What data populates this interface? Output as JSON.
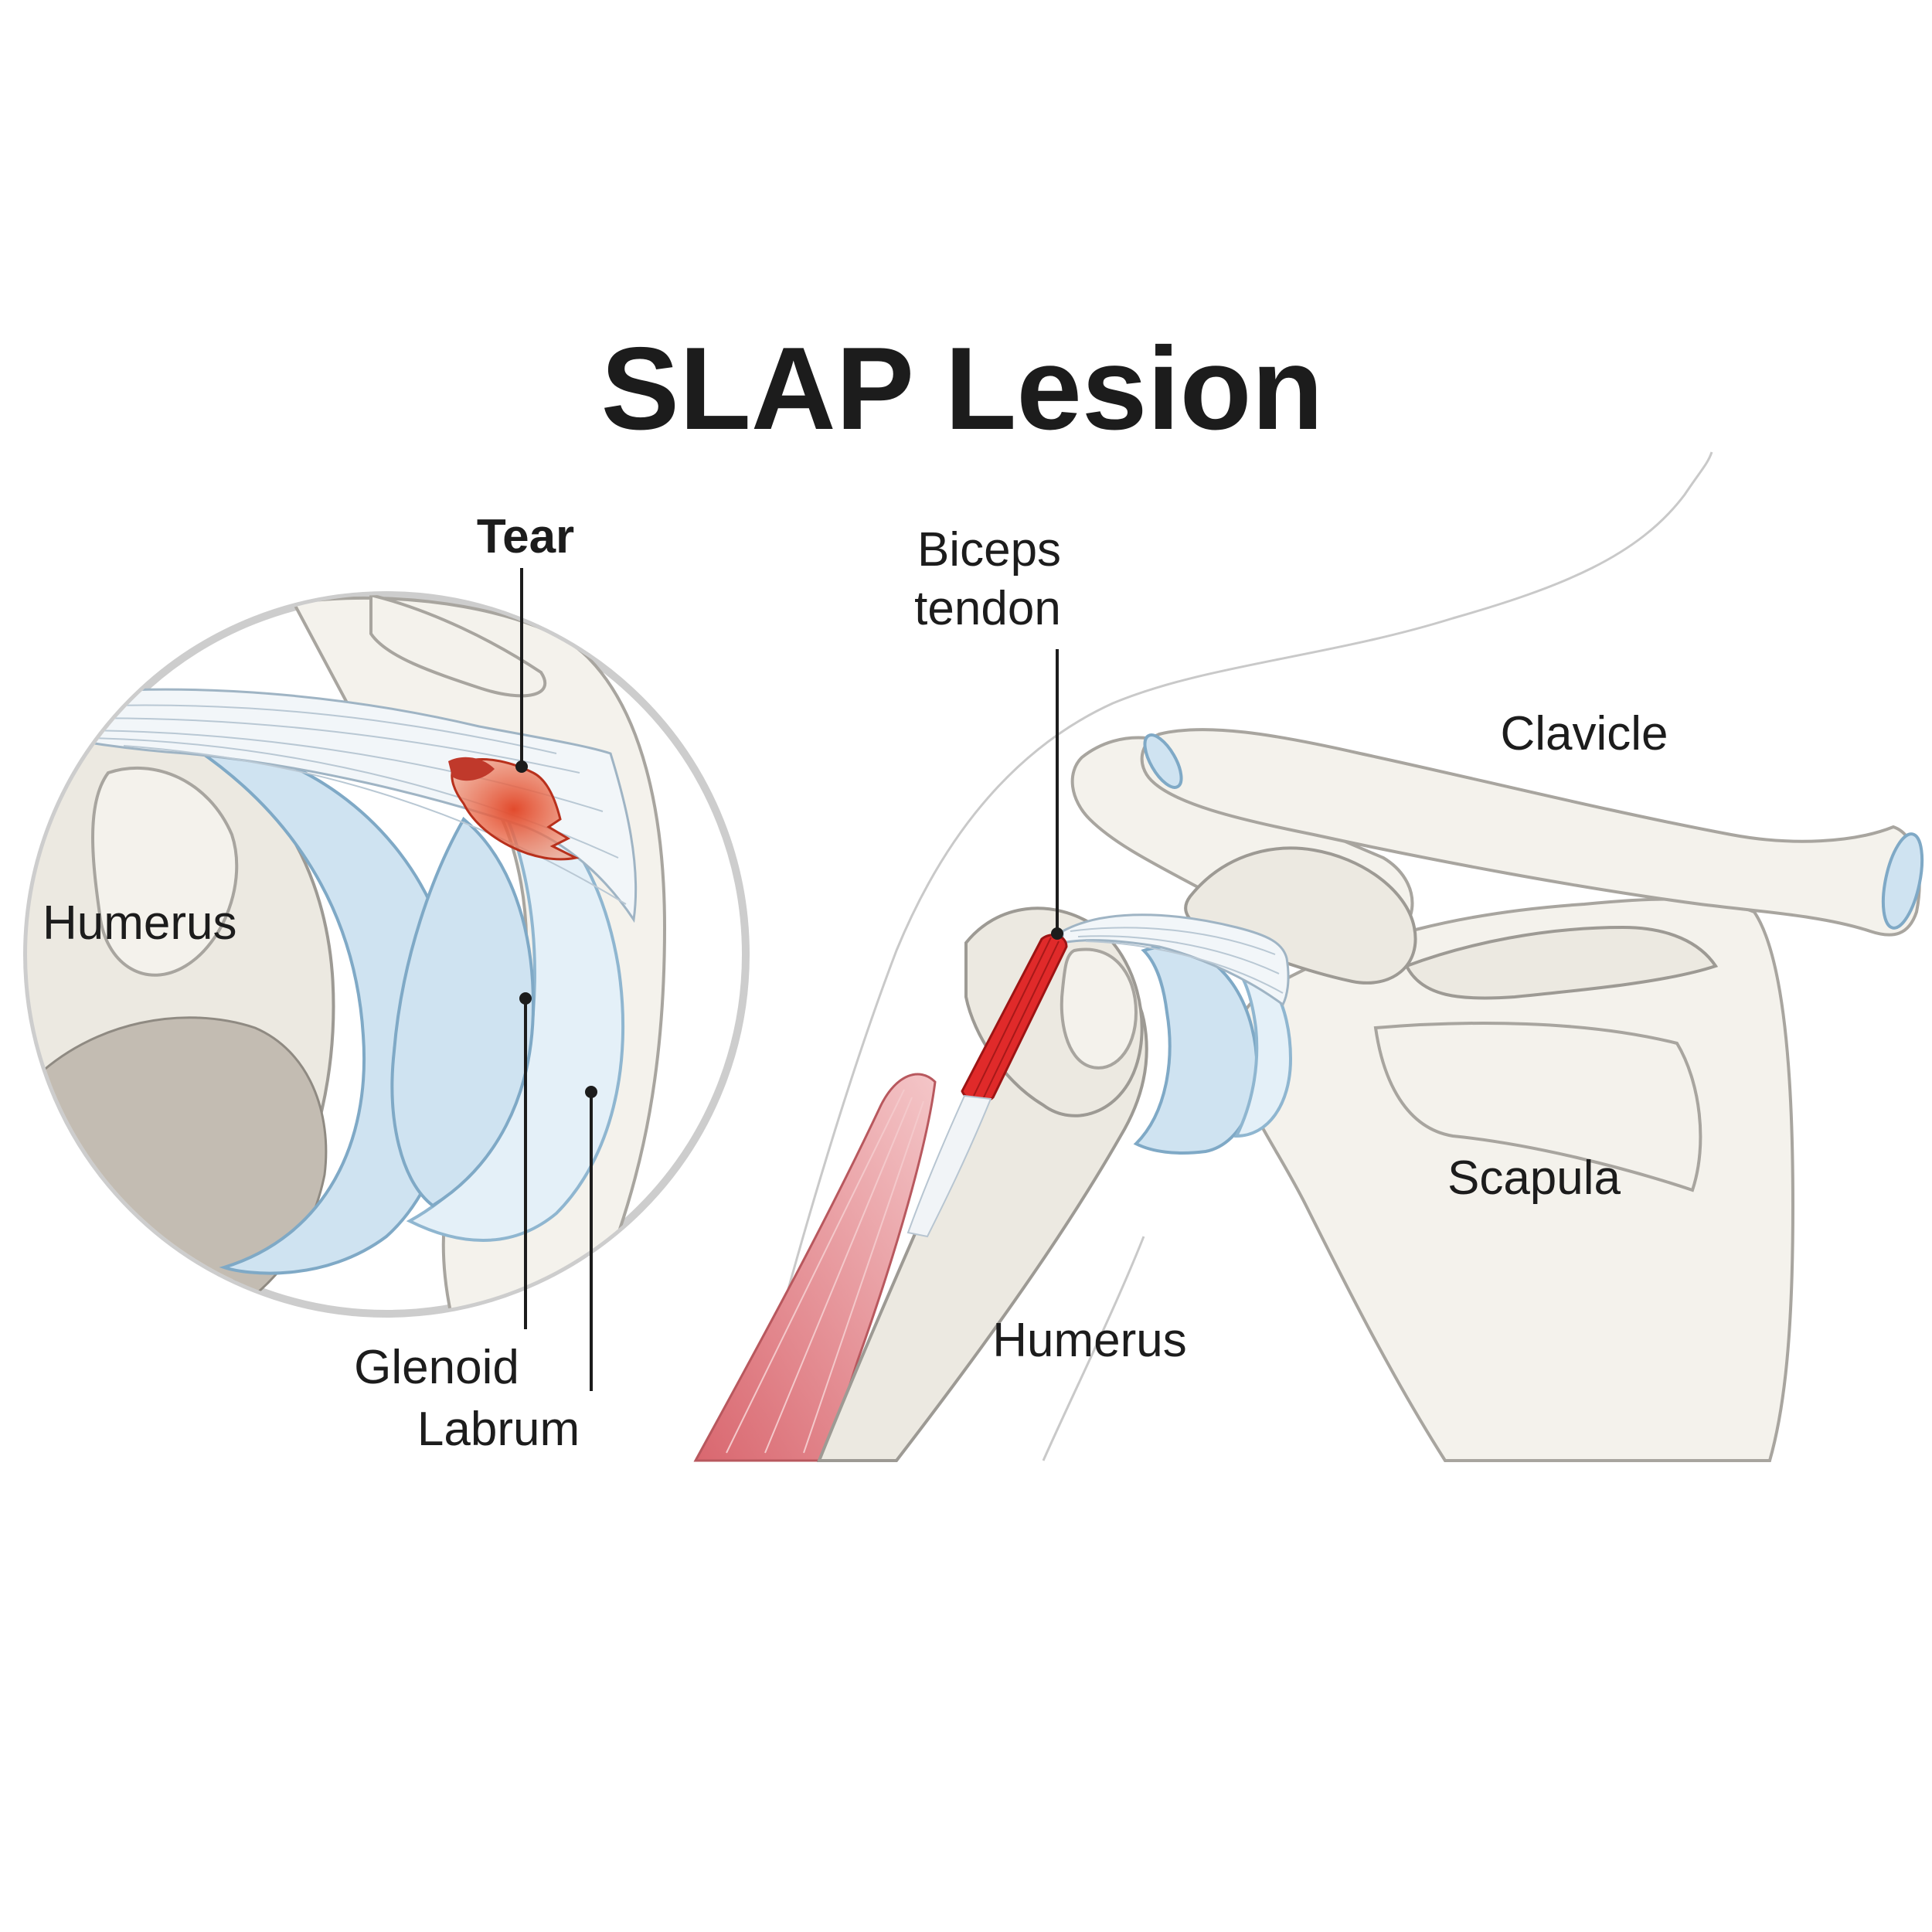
{
  "title": "SLAP Lesion",
  "inset": {
    "labels": {
      "tear": "Tear",
      "humerus": "Humerus",
      "glenoid": "Glenoid",
      "labrum": "Labrum"
    }
  },
  "main": {
    "labels": {
      "biceps_line1": "Biceps",
      "biceps_line2": "tendon",
      "clavicle": "Clavicle",
      "scapula": "Scapula",
      "humerus": "Humerus"
    }
  },
  "colors": {
    "tear": "#d9452b",
    "tendon": "#e02a2a",
    "cartilage": "#cfe3f1",
    "bone": "#ece9e1",
    "muscle": "#e8949a"
  }
}
